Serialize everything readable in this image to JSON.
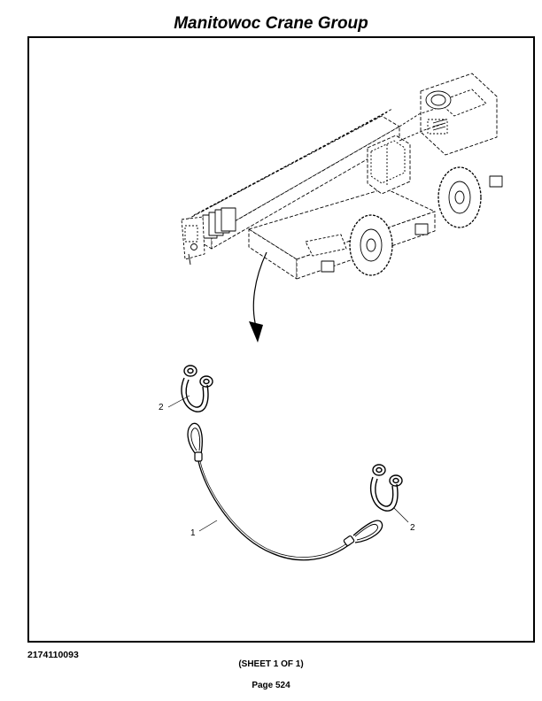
{
  "header": {
    "title": "Manitowoc Crane Group"
  },
  "diagram": {
    "callouts": [
      {
        "label": "1"
      },
      {
        "label": "2"
      },
      {
        "label": "2"
      }
    ]
  },
  "footer": {
    "doc_number": "2174110093",
    "sheet": "(SHEET 1 OF 1)",
    "page": "Page 524"
  }
}
